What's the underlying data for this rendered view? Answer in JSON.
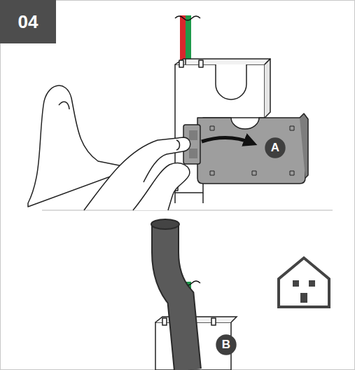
{
  "diagram": {
    "nodes": [
      {
        "text": [
          "04"
        ]
      },
      {
        "text": [
          "A"
        ]
      },
      {
        "text": [
          "B"
        ]
      }
    ]
  }
}
